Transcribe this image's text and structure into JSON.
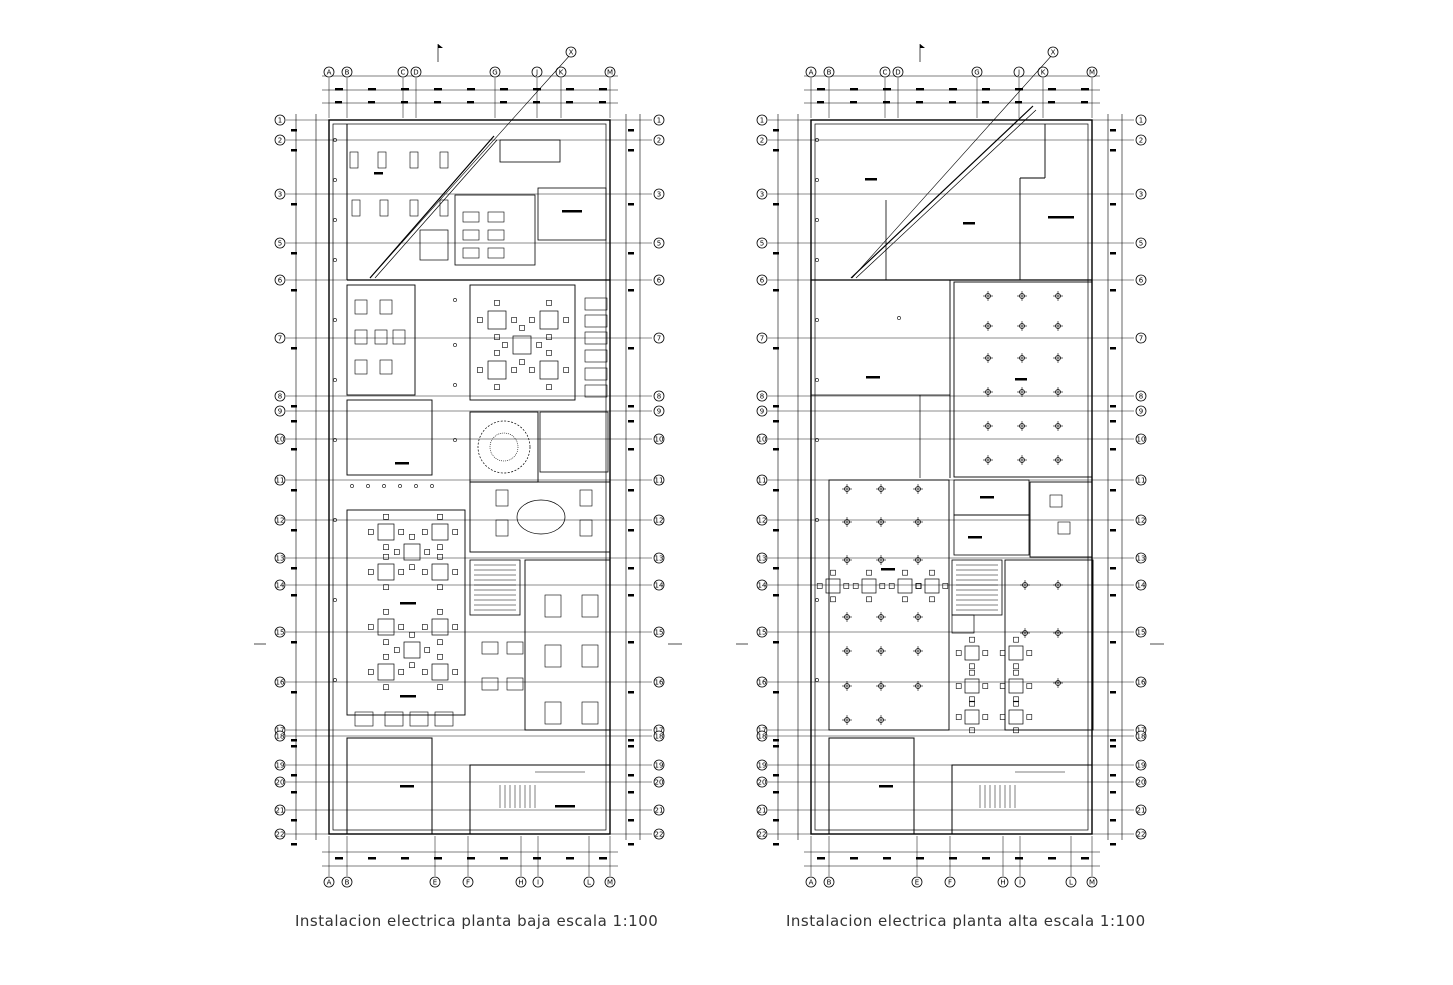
{
  "plans": [
    {
      "id": "ground",
      "caption_left": "Instalacion electrica planta baja",
      "caption_right": "escala 1:100",
      "grid_top": [
        "A",
        "B",
        "C",
        "D",
        "G",
        "J",
        "K",
        "M"
      ],
      "grid_bottom": [
        "A",
        "B",
        "E",
        "F",
        "H",
        "I",
        "L",
        "M"
      ],
      "grid_rows": [
        "1",
        "2",
        "3",
        "5",
        "6",
        "7",
        "8",
        "9",
        "10",
        "11",
        "12",
        "13",
        "14",
        "15",
        "16",
        "17",
        "18",
        "19",
        "20",
        "21",
        "22"
      ],
      "diagonal_axis": "X"
    },
    {
      "id": "upper",
      "caption_left": "Instalacion electrica planta alta",
      "caption_right": "escala 1:100",
      "grid_top": [
        "A",
        "B",
        "C",
        "D",
        "G",
        "J",
        "K",
        "M"
      ],
      "grid_bottom": [
        "A",
        "B",
        "E",
        "F",
        "H",
        "I",
        "L",
        "M"
      ],
      "grid_rows": [
        "1",
        "2",
        "3",
        "5",
        "6",
        "7",
        "8",
        "9",
        "10",
        "11",
        "12",
        "13",
        "14",
        "15",
        "16",
        "17",
        "18",
        "19",
        "20",
        "21",
        "22"
      ],
      "diagonal_axis": "X"
    }
  ],
  "colors": {
    "ink": "#000000",
    "paper": "#ffffff",
    "caption": "#333333"
  }
}
